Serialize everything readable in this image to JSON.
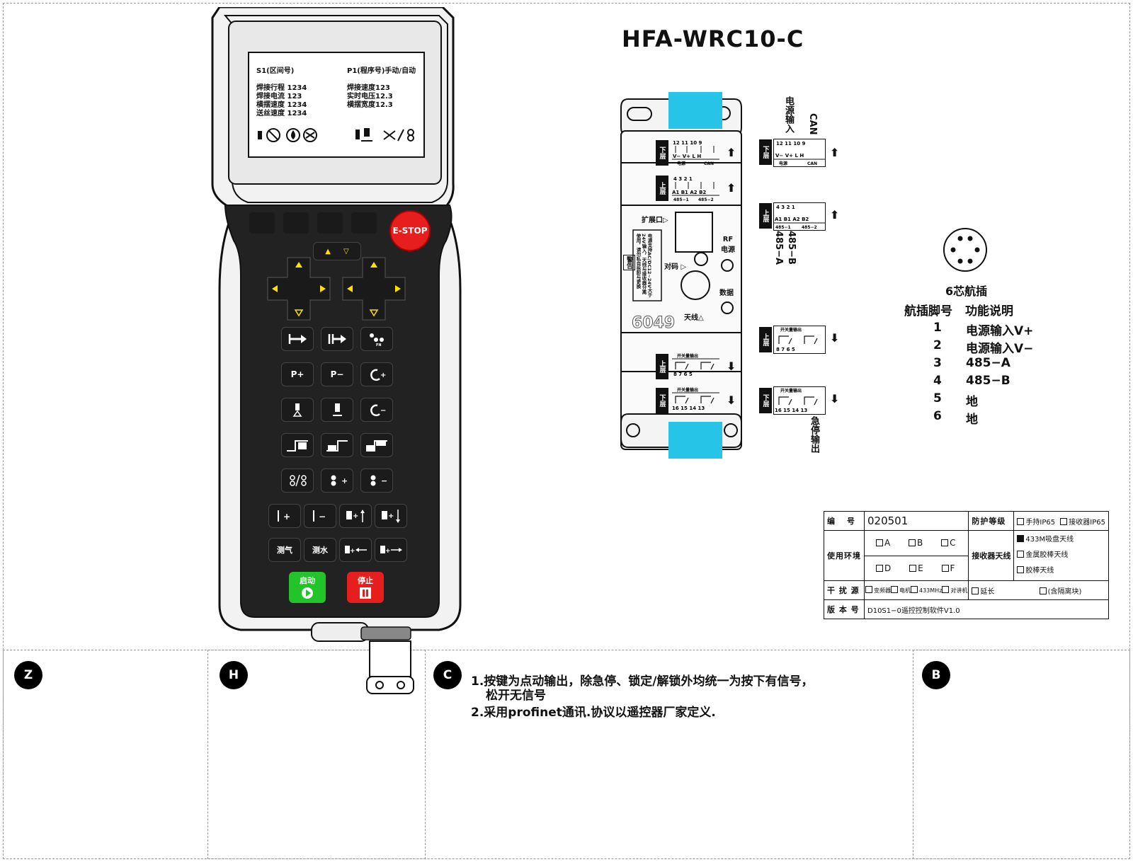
{
  "title": "HFA-WRC10-C",
  "lcd": {
    "left_header": "S1(区间号)",
    "right_header": "P1(程序号)手动/自动",
    "left_lines": [
      "焊接行程 1234",
      "焊接电流 123",
      "横摆速度 1234",
      "送丝速度 1234"
    ],
    "right_lines": [
      "焊接速度123",
      "实时电压12.3",
      "横摆宽度12.3"
    ]
  },
  "keypad": {
    "estop": "E-STOP",
    "keys": [
      "P+",
      "P−",
      "测气",
      "测水"
    ],
    "start_label": "启动",
    "stop_label": "停止"
  },
  "receiver": {
    "model_mark": "6049",
    "expand_port": "扩展口▷",
    "pair": "对码 ▷",
    "rf_power": "RF\n电源",
    "data": "数据",
    "antenna": "天线△",
    "warning_title": "警告",
    "warning_text": "电源支持AC/DC12~24V大于24V输入，天线与接收器分离使用，请勿私自拆卸与更换",
    "layers": {
      "lower": "下层",
      "upper": "上层"
    },
    "terminal_blocks": [
      {
        "pins": [
          "12",
          "11",
          "10",
          "9"
        ],
        "subs": [
          "V−",
          "V+",
          "L",
          "H"
        ],
        "groups": [
          "电源",
          "CAN"
        ]
      },
      {
        "pins": [
          "4",
          "3",
          "2",
          "1"
        ],
        "subs": [
          "A1",
          "B1",
          "A2",
          "B2"
        ],
        "groups": [
          "485−1",
          "485−2"
        ]
      },
      {
        "pins": [
          "8",
          "7",
          "6",
          "5"
        ],
        "caption": "开关量输出"
      },
      {
        "pins": [
          "8",
          "7",
          "6",
          "5"
        ],
        "caption": "开关量输出"
      },
      {
        "pins": [
          "16",
          "15",
          "14",
          "13"
        ],
        "caption": "开关量输出"
      }
    ],
    "labels": {
      "power_input": "电源输入",
      "can": "CAN",
      "r485b": "485−B",
      "r485a": "485−A",
      "estop_out": "急停输出"
    }
  },
  "connector": {
    "title": "6芯航插",
    "col1": "航插脚号",
    "col2": "功能说明",
    "pins": [
      {
        "no": "1",
        "func": "电源输入V+"
      },
      {
        "no": "2",
        "func": "电源输入V−"
      },
      {
        "no": "3",
        "func": "485−A"
      },
      {
        "no": "4",
        "func": "485−B"
      },
      {
        "no": "5",
        "func": "地"
      },
      {
        "no": "6",
        "func": "地"
      }
    ]
  },
  "spec_table": {
    "code_label": "编　号",
    "code_value": "020501",
    "protect_label": "防护等级",
    "protect_opts": [
      "手持IP65",
      "接收器IP65"
    ],
    "env_label": "使用环境",
    "env_opts": [
      "A",
      "B",
      "C",
      "D",
      "E",
      "F"
    ],
    "antenna_label": "接收器天线",
    "antenna_opts": [
      "433M吸盘天线",
      "金属胶棒天线",
      "胶棒天线"
    ],
    "extend_label": "延长",
    "extend_opt": "(含隔离块)",
    "interference_label": "干 扰 源",
    "interference_opts": [
      "变频器",
      "电机",
      "433MHz",
      "对讲机"
    ],
    "version_label": "版 本 号",
    "version_value": "D10S1−0遥控控制软件V1.0"
  },
  "sections": [
    "Z",
    "H",
    "C",
    "B"
  ],
  "notes": [
    "1.按键为点动输出，除急停、锁定/解锁外均统一为按下有信号，",
    "松开无信号",
    "2.采用profinet通讯.协议以遥控器厂家定义."
  ]
}
